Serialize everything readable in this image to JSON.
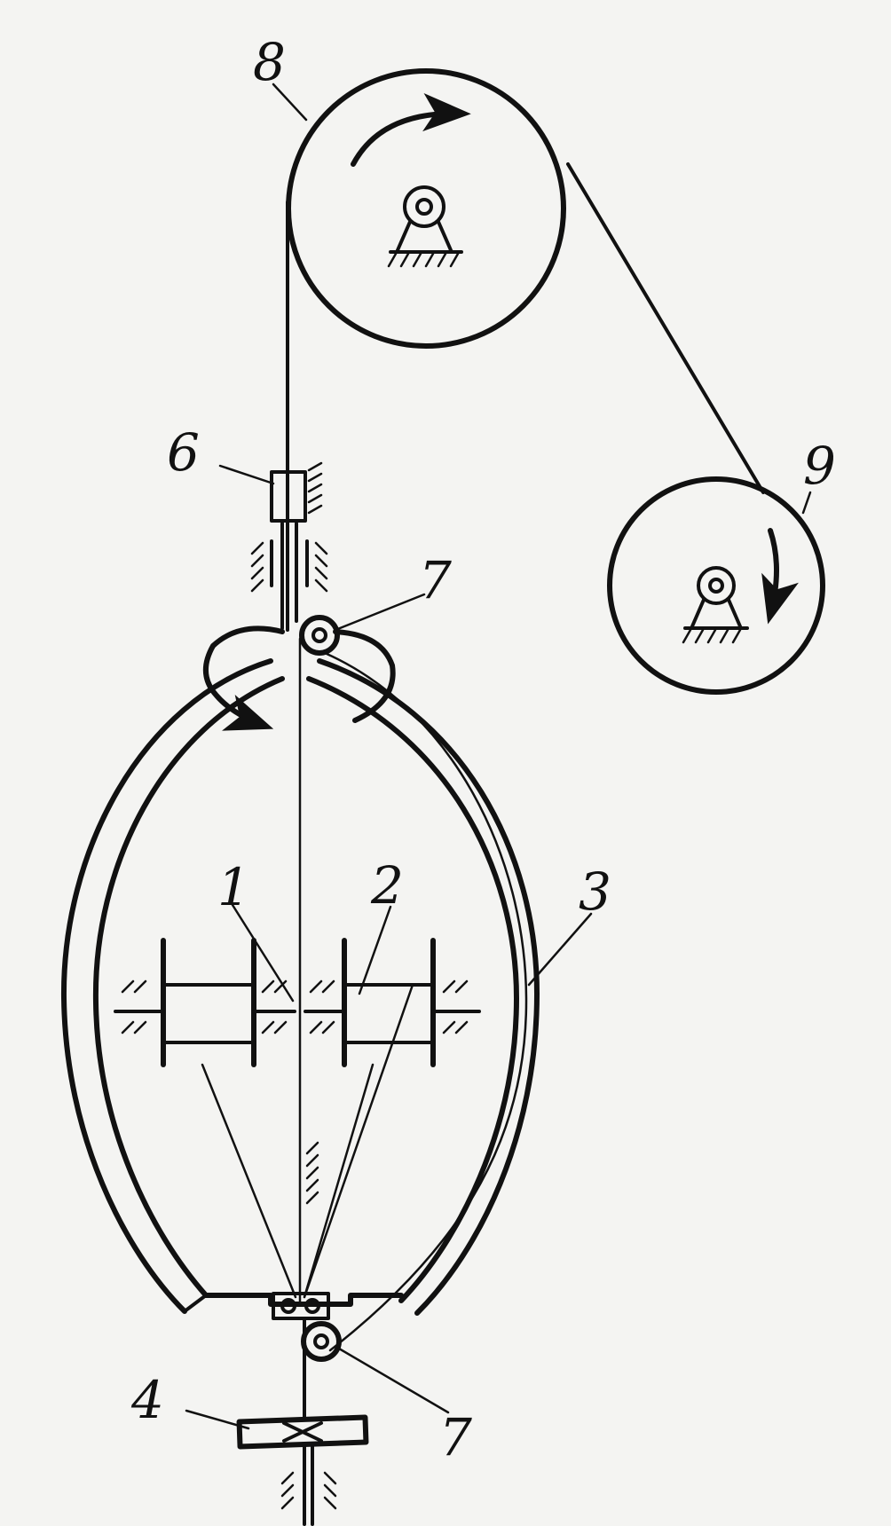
{
  "diagram": {
    "labels": {
      "part_1": "1",
      "part_2": "2",
      "part_3": "3",
      "part_4": "4",
      "part_6": "6",
      "part_7_top": "7",
      "part_7_bottom": "7",
      "part_8": "8",
      "part_9": "9"
    },
    "icons": {
      "rotation_arrow": "curved-arrow-icon",
      "pivot_support": "hinged-support-icon"
    },
    "colors": {
      "ink": "#111111",
      "paper": "#f4f4f2"
    }
  }
}
